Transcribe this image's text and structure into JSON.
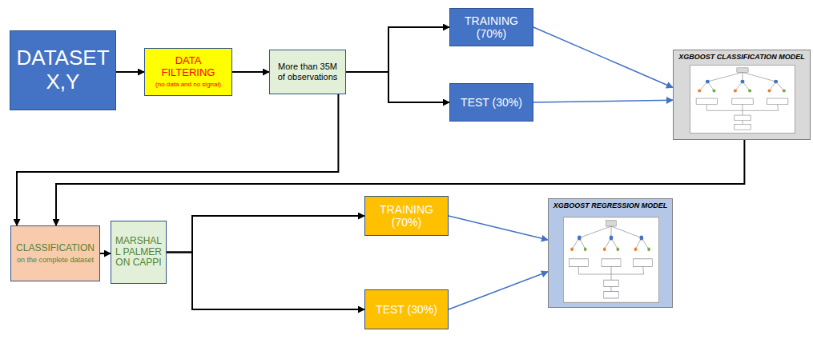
{
  "diagram": {
    "nodes": [
      {
        "text": [
          "DATASET X,Y"
        ]
      },
      {
        "text": [
          "DATA FILTERING",
          "(no data and no signal)"
        ]
      },
      {
        "text": [
          "More than 35M of observations"
        ]
      },
      {
        "text": [
          "TRAINING (70%)"
        ]
      },
      {
        "text": [
          "TEST (30%)"
        ]
      },
      {
        "text": [
          "XGBOOST CLASSIFICATION MODEL"
        ]
      },
      {
        "text": [
          "CLASSIFICATION",
          "on the complete dataset"
        ]
      },
      {
        "text": [
          "MARSHALL PALMER ON CAPPI"
        ]
      },
      {
        "text": [
          "TRAINING (70%)"
        ]
      },
      {
        "text": [
          "TEST (30%)"
        ]
      },
      {
        "text": [
          "XGBOOST REGRESSION MODEL"
        ]
      }
    ],
    "edges": [
      {
        "from": 0,
        "to": 1,
        "arrow": "to"
      },
      {
        "from": 1,
        "to": 2,
        "arrow": "to"
      },
      {
        "from": 2,
        "to": 3,
        "arrow": "to"
      },
      {
        "from": 2,
        "to": 4,
        "arrow": "to"
      },
      {
        "from": 3,
        "to": 5,
        "arrow": "to"
      },
      {
        "from": 4,
        "to": 5,
        "arrow": "to"
      },
      {
        "from": 2,
        "to": 6,
        "arrow": "to"
      },
      {
        "from": 5,
        "to": 6,
        "arrow": "to"
      },
      {
        "from": 6,
        "to": 7,
        "arrow": "to"
      },
      {
        "from": 7,
        "to": 8,
        "arrow": "to"
      },
      {
        "from": 7,
        "to": 9,
        "arrow": "to"
      },
      {
        "from": 8,
        "to": 10,
        "arrow": "to"
      },
      {
        "from": 9,
        "to": 10,
        "arrow": "to"
      }
    ]
  }
}
